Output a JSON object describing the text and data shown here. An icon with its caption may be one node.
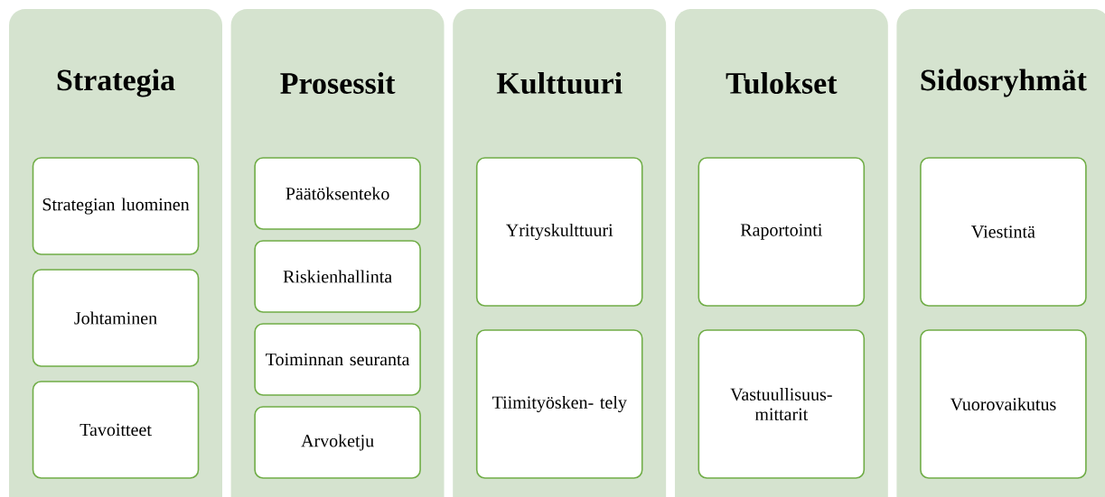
{
  "diagram": {
    "nodes": [
      {
        "text": [
          "Strategia"
        ]
      },
      {
        "text": [
          "Strategian luominen"
        ],
        "in": 0
      },
      {
        "text": [
          "Johtaminen"
        ],
        "in": 0
      },
      {
        "text": [
          "Tavoitteet"
        ],
        "in": 0
      },
      {
        "text": [
          "Prosessit"
        ]
      },
      {
        "text": [
          "Päätöksenteko"
        ],
        "in": 4
      },
      {
        "text": [
          "Riskienhallinta"
        ],
        "in": 4
      },
      {
        "text": [
          "Toiminnan seuranta"
        ],
        "in": 4
      },
      {
        "text": [
          "Arvoketju"
        ],
        "in": 4
      },
      {
        "text": [
          "Kulttuuri"
        ]
      },
      {
        "text": [
          "Yrityskulttuuri"
        ],
        "in": 9
      },
      {
        "text": [
          "Tiimityösken- tely"
        ],
        "in": 9
      },
      {
        "text": [
          "Tulokset"
        ]
      },
      {
        "text": [
          "Raportointi"
        ],
        "in": 12
      },
      {
        "text": [
          "Vastuullisuus- mittarit"
        ],
        "in": 12
      },
      {
        "text": [
          "Sidosryhmät"
        ]
      },
      {
        "text": [
          "Viestintä"
        ],
        "in": 15
      },
      {
        "text": [
          "Vuorovaikutus"
        ],
        "in": 15
      }
    ]
  }
}
